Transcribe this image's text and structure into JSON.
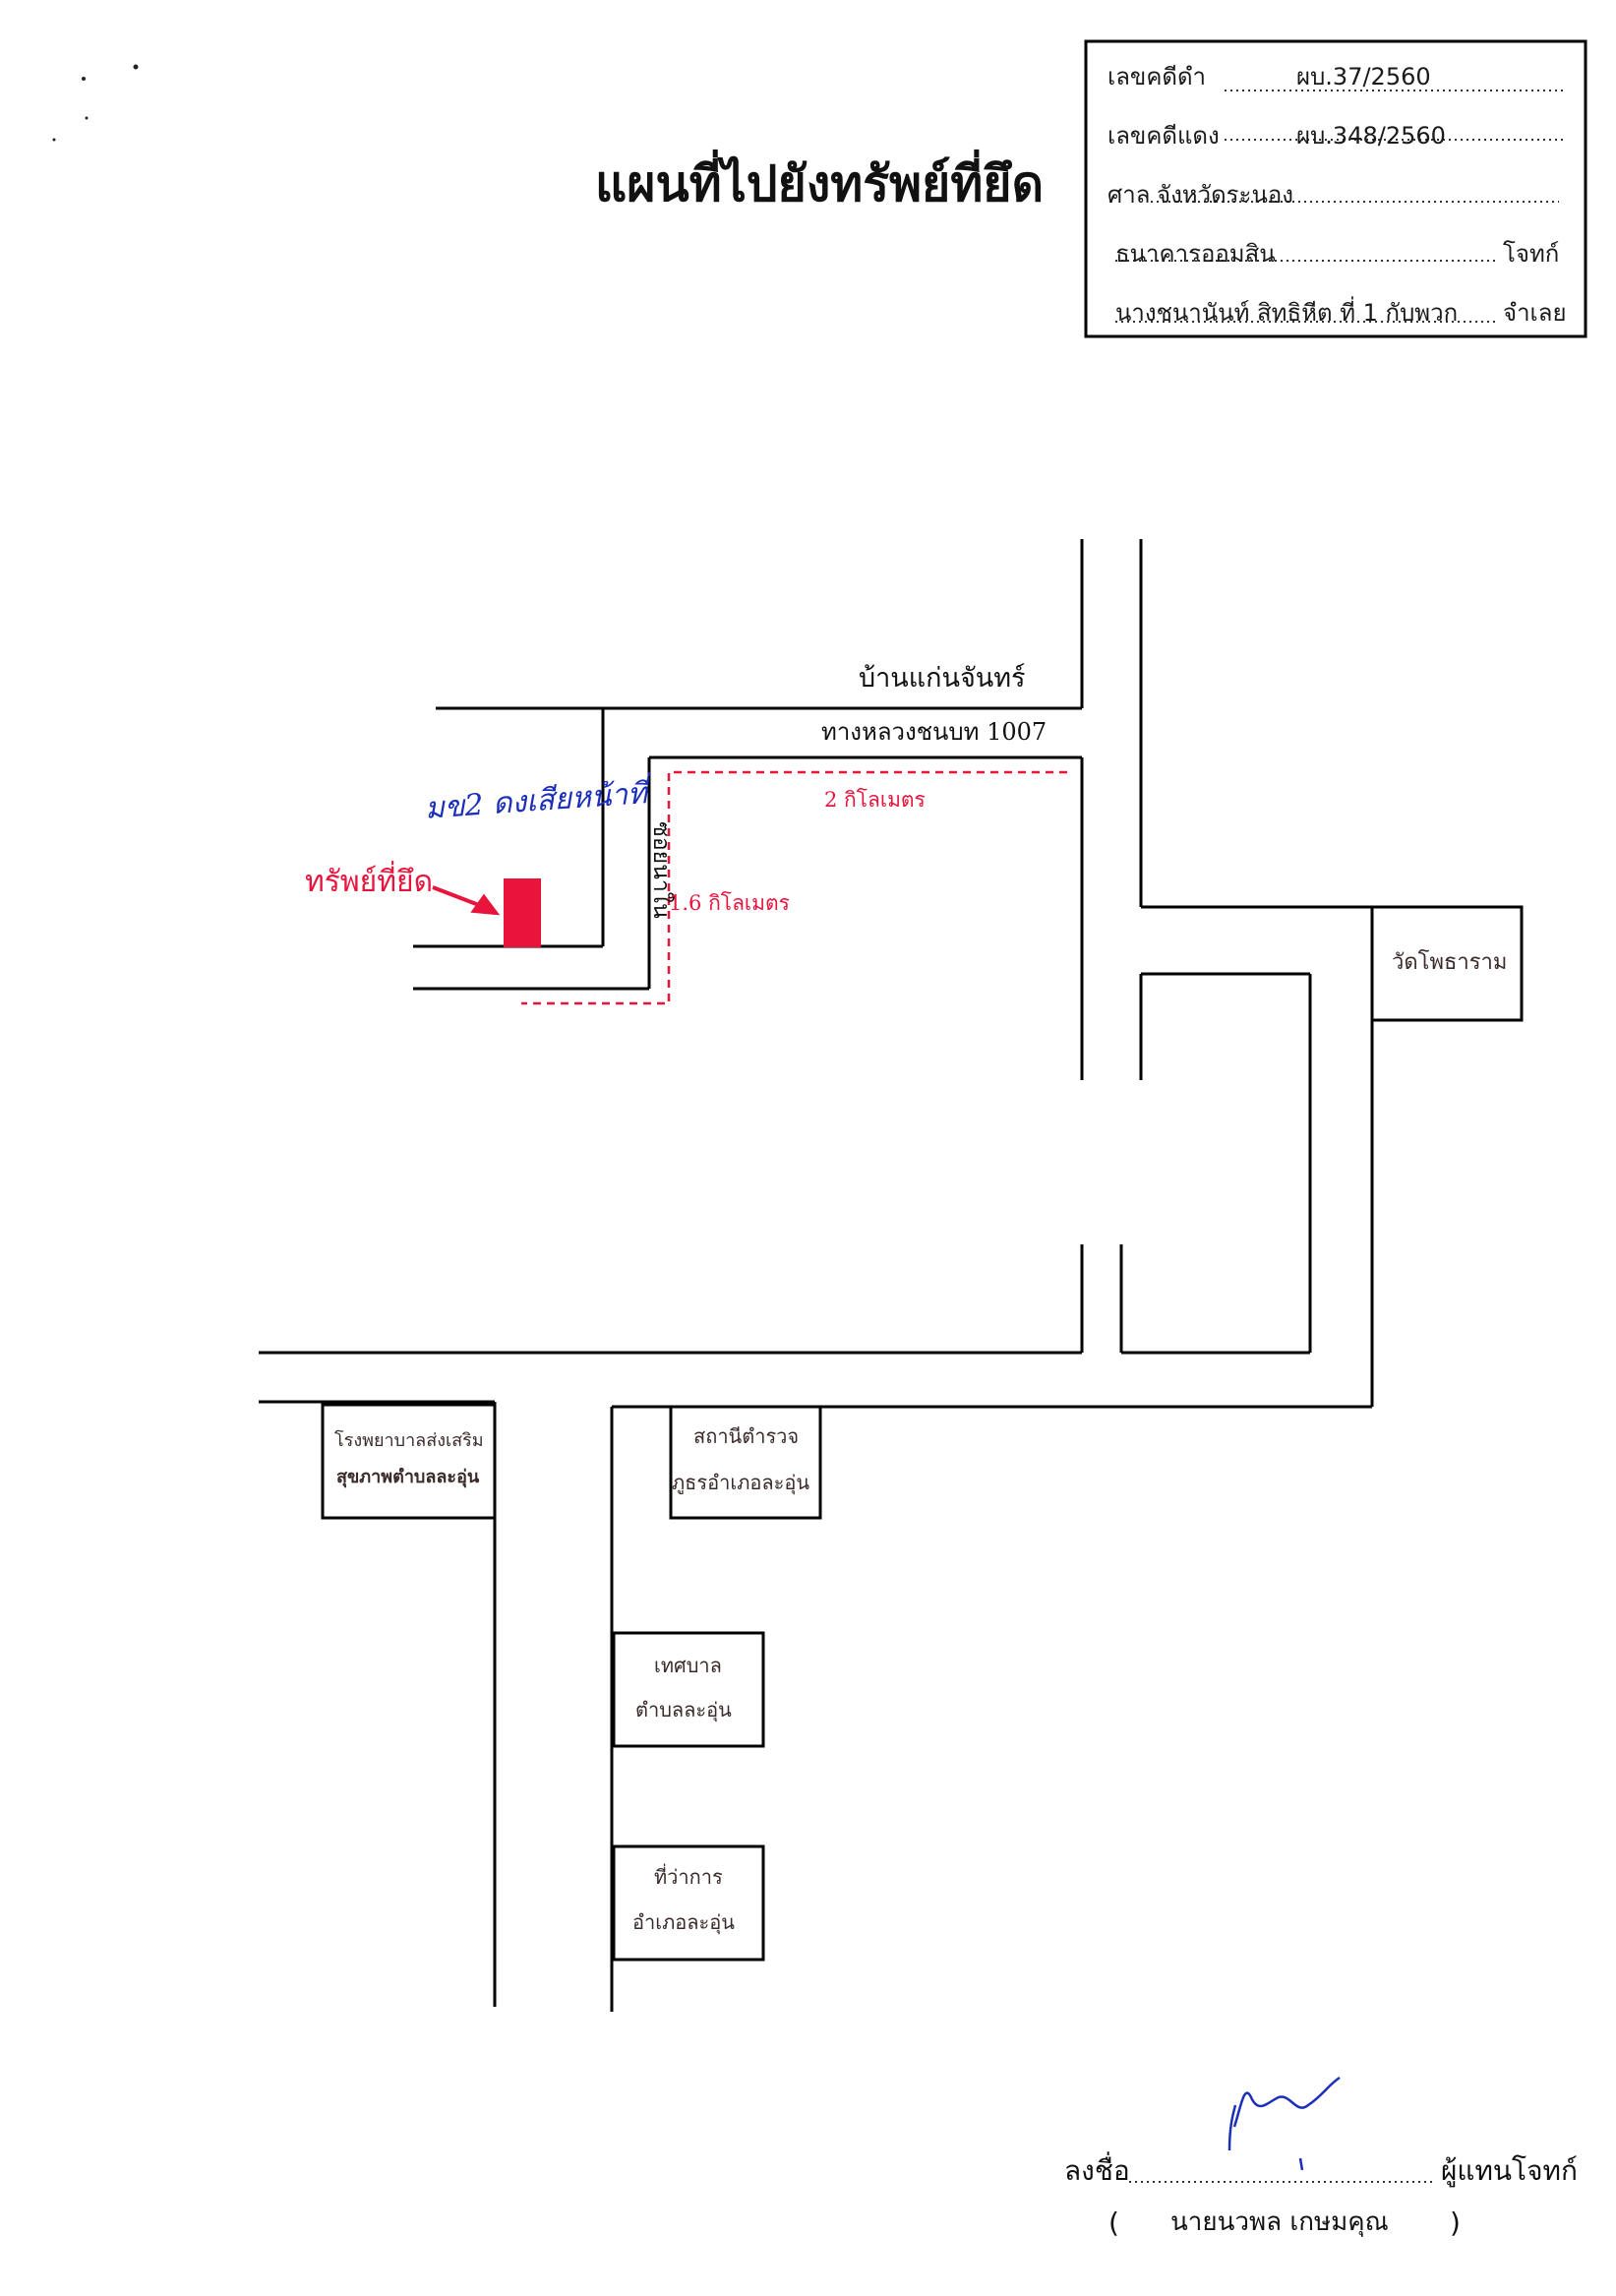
{
  "title": "แผนที่ไปยังทรัพย์ที่ยึด",
  "case_box": {
    "black_case_label": "เลขคดีดำ",
    "black_case_value": "ผบ.37/2560",
    "red_case_label": "เลขคดีแดง",
    "red_case_value": "ผบ.348/2560",
    "court_label": "ศาล",
    "court_value": "จังหวัดระนอง",
    "plaintiff_value": "ธนาคารออมสิน",
    "plaintiff_label": "โจทก์",
    "defendant_value": "นางชนานันท์ สิทธิหีต ที่ 1 กับพวก",
    "defendant_label": "จำเลย"
  },
  "map": {
    "village_label": "บ้านแก่นจันทร์",
    "highway_label": "ทางหลวงชนบท  1007",
    "soi_label": "ซอยนาใน",
    "distance_2km": "2 กิโลเมตร",
    "distance_1_6km": "1.6 กิโลเมตร",
    "seized_property_label": "ทรัพย์ที่ยึด",
    "handwritten_note": "มข2 ดงเสียหน้าที่",
    "temple_label": "วัดโพธาราม",
    "hospital_line1": "โรงพยาบาลส่งเสริม",
    "hospital_line2": "สุขภาพตำบลละอุ่น",
    "police_line1": "สถานีตำรวจ",
    "police_line2": "ภูธรอำเภอละอุ่น",
    "municipality_line1": "เทศบาล",
    "municipality_line2": "ตำบลละอุ่น",
    "district_office_line1": "ที่ว่าการ",
    "district_office_line2": "อำเภอละอุ่น",
    "colors": {
      "route": "#e8143c",
      "property": "#e8143c",
      "handwriting": "#1c2fb8"
    }
  },
  "signature": {
    "sign_label": "ลงชื่อ",
    "role_label": "ผู้แทนโจทก์",
    "name_open": "(",
    "name": "นายนวพล  เกษมคุณ",
    "name_close": ")"
  }
}
